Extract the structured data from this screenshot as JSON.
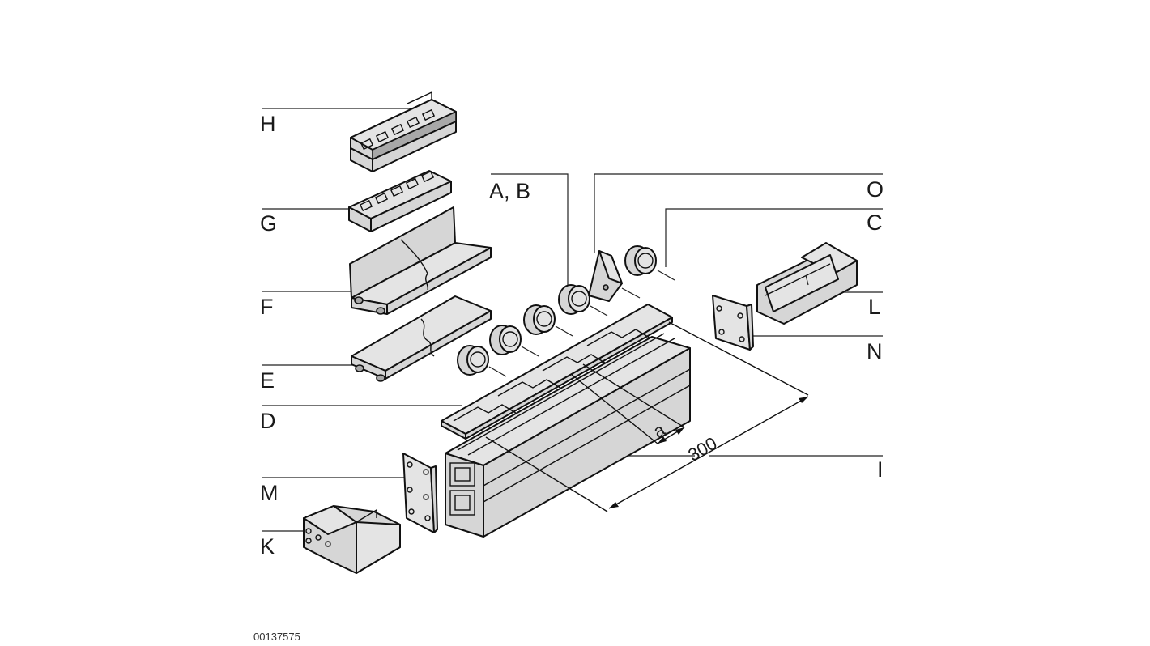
{
  "labels": {
    "H": "H",
    "G": "G",
    "F": "F",
    "E": "E",
    "D": "D",
    "M": "M",
    "K": "K",
    "AB": "A, B",
    "O": "O",
    "C": "C",
    "L": "L",
    "N": "N",
    "I": "I"
  },
  "dimensions": {
    "length": "300",
    "pitch": "a"
  },
  "drawing_number": "00137575",
  "colors": {
    "part_fill": "#d6d6d6",
    "outline": "#111111",
    "background": "#ffffff"
  }
}
